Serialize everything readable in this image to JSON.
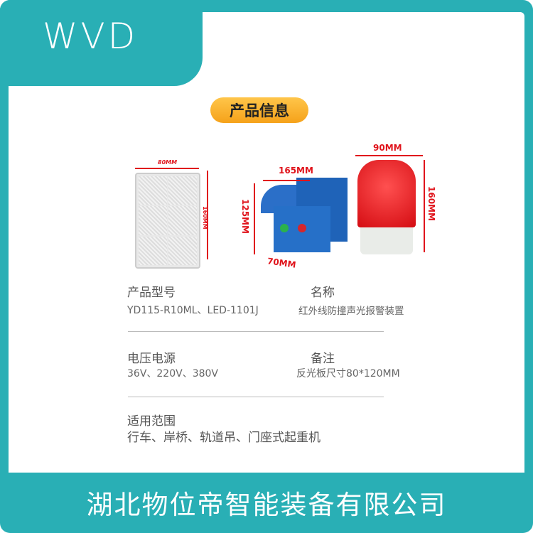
{
  "brand": {
    "logo": "WVD"
  },
  "section_title": "产品信息",
  "dimensions": {
    "reflector_width": "80MM",
    "reflector_height": "160MM",
    "sensor_width": "165MM",
    "sensor_height": "125MM",
    "sensor_depth": "70MM",
    "light_width": "90MM",
    "light_height": "160MM"
  },
  "specs": [
    {
      "label": "产品型号",
      "value": "YD115-R10ML、LED-1101J"
    },
    {
      "label": "名称",
      "value": "红外线防撞声光报警装置"
    },
    {
      "label": "电压电源",
      "value": "36V、220V、380V"
    },
    {
      "label": "备注",
      "value": "反光板尺寸80*120MM"
    },
    {
      "label": "适用范围",
      "value": "行车、岸桥、轨道吊、门座式起重机"
    }
  ],
  "footer": {
    "company": "湖北物位帝智能装备有限公司"
  },
  "colors": {
    "teal": "#29afb5",
    "orange": "#f5a21a",
    "red": "#e0141c",
    "blue": "#1f6fc4"
  }
}
